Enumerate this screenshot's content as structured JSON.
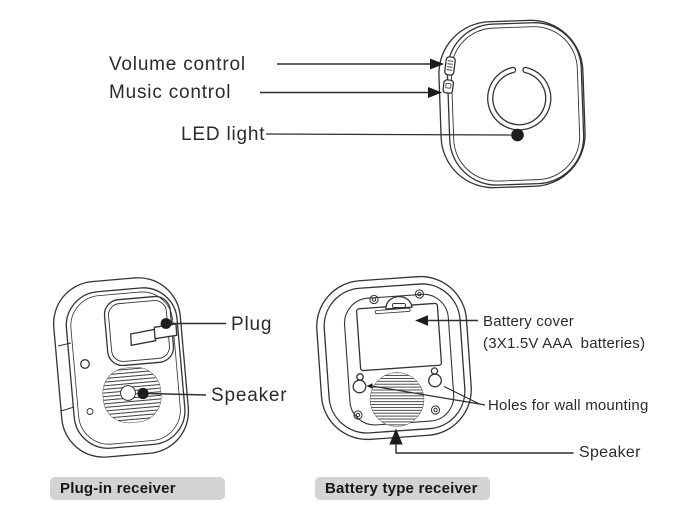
{
  "front_view": {
    "volume_control_label": "Volume control",
    "music_control_label": "Music control",
    "led_light_label": "LED light"
  },
  "plug_in_receiver": {
    "plug_label": "Plug",
    "speaker_label": "Speaker",
    "caption": "Plug-in receiver"
  },
  "battery_receiver": {
    "battery_cover_label": "Battery cover",
    "battery_cover_detail": "(3X1.5V AAA  batteries)",
    "mounting_holes_label": "Holes for wall mounting",
    "speaker_label": "Speaker",
    "caption": "Battery type receiver"
  },
  "colors": {
    "line_art": "#333333",
    "label_text": "#2b2b2b",
    "caption_background": "#d3d3d3",
    "caption_text": "#161616"
  }
}
